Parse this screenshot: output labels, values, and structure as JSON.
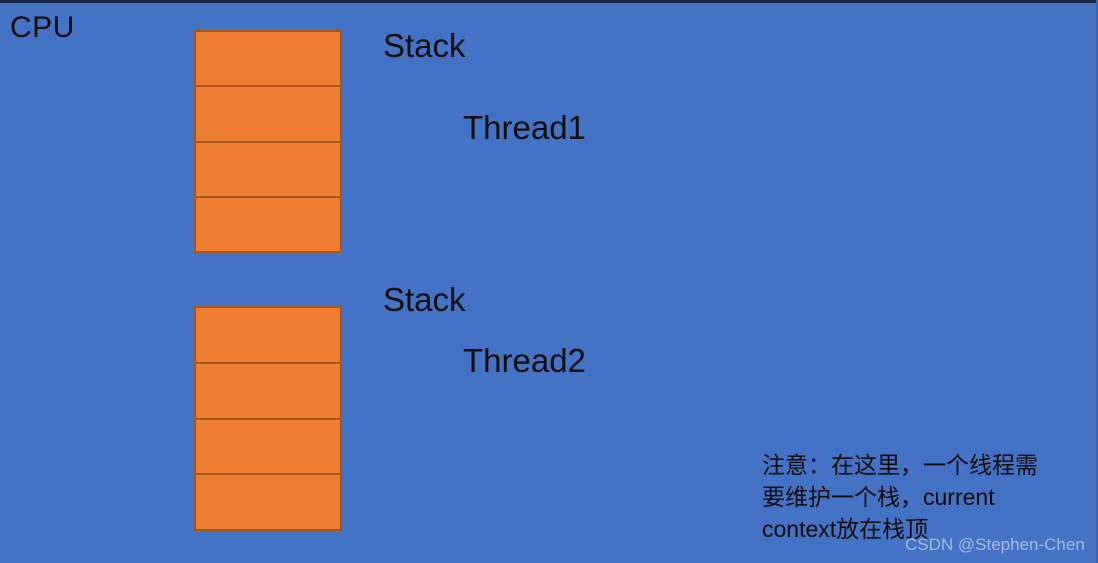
{
  "diagram": {
    "cpu_label": "CPU",
    "groups": [
      {
        "stack_label": "Stack",
        "thread_label": "Thread1",
        "segments": 4
      },
      {
        "stack_label": "Stack",
        "thread_label": "Thread2",
        "segments": 4
      }
    ],
    "colors": {
      "background": "#4472C4",
      "top_strip": "#182743",
      "stack_fill": "#ED7D31",
      "stack_border": "#A6551D",
      "text": "#0a0a0a",
      "watermark": "#E0E7F3"
    }
  },
  "note": {
    "line1": "注意：在这里，一个线程需",
    "line2": "要维护一个栈，current",
    "line3": "context放在栈顶"
  },
  "watermark": {
    "text": "CSDN @Stephen-Chen"
  }
}
